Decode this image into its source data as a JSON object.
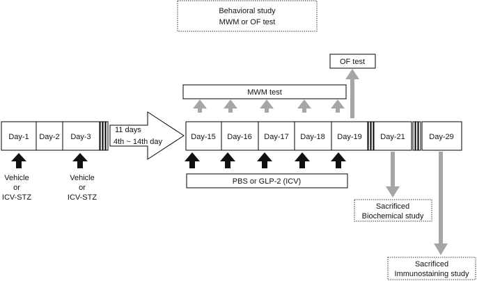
{
  "behavioral_box": {
    "line1": "Behavioral study",
    "line2": "MWM or OF test"
  },
  "of_test_box": "OF test",
  "mwm_test_box": "MWM test",
  "days": {
    "d1": "Day-1",
    "d2": "Day-2",
    "d3": "Day-3",
    "d15": "Day-15",
    "d16": "Day-16",
    "d17": "Day-17",
    "d18": "Day-18",
    "d19": "Day-19",
    "d21": "Day-21",
    "d29": "Day-29"
  },
  "interval_arrow": {
    "line1": "11 days",
    "line2": "4th ~ 14th day"
  },
  "pbs_box": "PBS or GLP-2 (ICV)",
  "injection_day1": {
    "line1": "Vehicle",
    "line2": "or",
    "line3": "ICV-STZ"
  },
  "injection_day3": {
    "line1": "Vehicle",
    "line2": "or",
    "line3": "ICV-STZ"
  },
  "sacrificed_biochem": {
    "line1": "Sacrificed",
    "line2": "Biochemical study"
  },
  "sacrificed_immuno": {
    "line1": "Sacrificed",
    "line2": "Immunostaining study"
  },
  "colors": {
    "gray_arrow": "#a6a6a6",
    "black_arrow": "#111111"
  }
}
